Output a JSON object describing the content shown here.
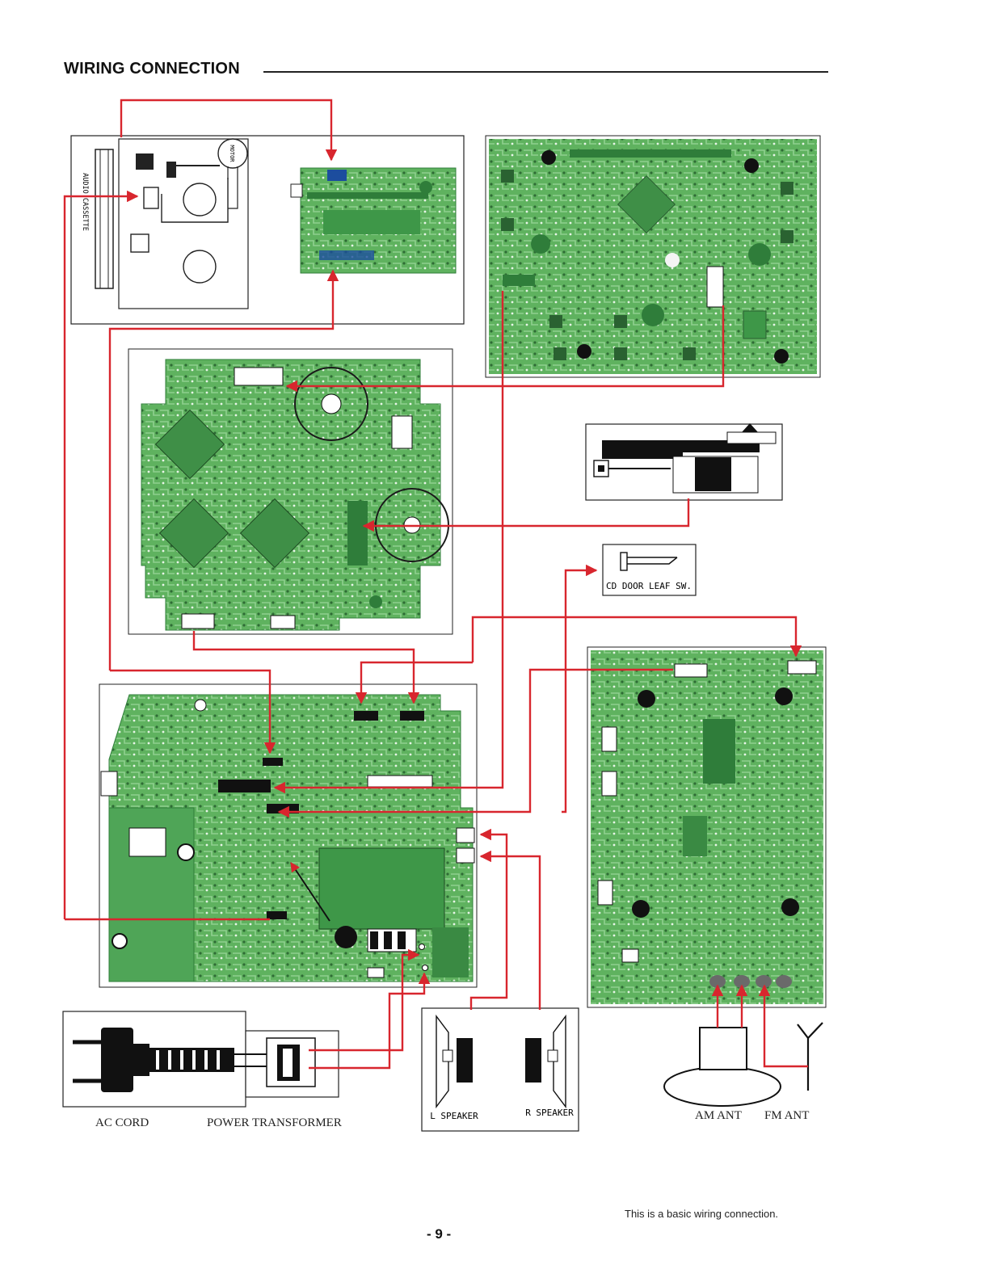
{
  "title": "WIRING CONNECTION",
  "labels": {
    "ac_cord": "AC CORD",
    "power_transformer": "POWER TRANSFORMER",
    "am_ant": "AM ANT",
    "fm_ant": "FM ANT",
    "l_speaker": "L SPEAKER",
    "r_speaker": "R SPEAKER",
    "cd_door_leaf_sw": "CD DOOR LEAF SW.",
    "motor": "MOTOR",
    "audio_cassette": "AUDIO CASSETTE"
  },
  "footer": {
    "note": "This is a basic wiring connection.",
    "page_number": "- 9 -"
  },
  "colors": {
    "wire": "#d8262e",
    "pcb_green": "#5fb25f",
    "pcb_dark": "#2f7d3a",
    "pcb_trace": "#9ad19a",
    "ink": "#111111"
  }
}
